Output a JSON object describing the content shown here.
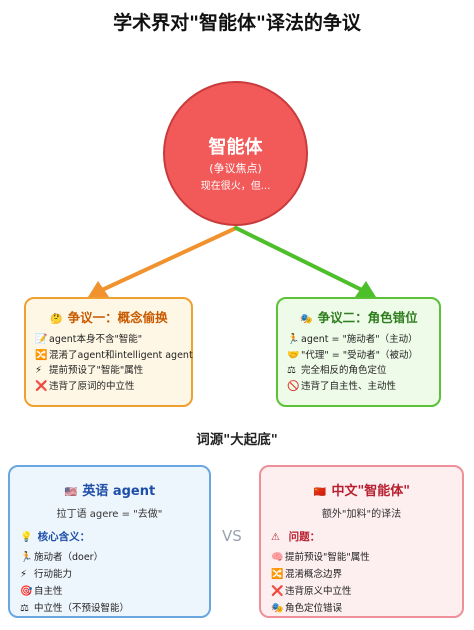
{
  "title": "学术界对\"智能体\"译法的争议",
  "center": {
    "title": "智能体",
    "subtitle": "(争议焦点)",
    "note": "现在很火，但..."
  },
  "dispute1": {
    "heading": "争议一：概念偷换",
    "icon": "thinking-face-icon",
    "icon_glyph": "🤔",
    "items": [
      {
        "icon": "memo-icon",
        "glyph": "📝",
        "text": "agent本身不含\"智能\""
      },
      {
        "icon": "shuffle-icon",
        "glyph": "🔀",
        "text": "混淆了agent和intelligent agent"
      },
      {
        "icon": "lightning-icon",
        "glyph": "⚡",
        "text": "提前预设了\"智能\"属性"
      },
      {
        "icon": "cross-mark-icon",
        "glyph": "❌",
        "text": "违背了原词的中立性"
      }
    ]
  },
  "dispute2": {
    "heading": "争议二：角色错位",
    "icon": "theater-masks-icon",
    "icon_glyph": "🎭",
    "items": [
      {
        "icon": "runner-icon",
        "glyph": "🏃",
        "text": "agent = \"施动者\"（主动）"
      },
      {
        "icon": "handshake-icon",
        "glyph": "🤝",
        "text": "\"代理\" = \"受动者\"（被动）"
      },
      {
        "icon": "scales-icon",
        "glyph": "⚖",
        "text": "完全相反的角色定位"
      },
      {
        "icon": "prohibited-icon",
        "glyph": "🚫",
        "text": "违背了自主性、主动性"
      }
    ]
  },
  "etymology_title": "词源\"大起底\"",
  "english": {
    "flag_icon": "us-flag-icon",
    "flag_glyph": "🇺🇸",
    "heading": "英语 agent",
    "subtitle": "拉丁语 agere = \"去做\"",
    "sub_icon": "light-bulb-icon",
    "sub_glyph": "💡",
    "sub_heading": "核心含义：",
    "items": [
      {
        "icon": "runner-icon",
        "glyph": "🏃",
        "text": "施动者（doer）"
      },
      {
        "icon": "lightning-icon",
        "glyph": "⚡",
        "text": "行动能力"
      },
      {
        "icon": "target-icon",
        "glyph": "🎯",
        "text": "自主性"
      },
      {
        "icon": "scales-icon",
        "glyph": "⚖",
        "text": "中立性（不预设智能）"
      }
    ]
  },
  "vs": "VS",
  "chinese": {
    "flag_icon": "china-flag-icon",
    "flag_glyph": "🇨🇳",
    "heading": "中文\"智能体\"",
    "subtitle": "额外\"加料\"的译法",
    "sub_icon": "warning-icon",
    "sub_glyph": "⚠",
    "sub_heading": "问题：",
    "items": [
      {
        "icon": "brain-icon",
        "glyph": "🧠",
        "text": "提前预设\"智能\"属性"
      },
      {
        "icon": "shuffle-icon",
        "glyph": "🔀",
        "text": "混淆概念边界"
      },
      {
        "icon": "cross-mark-icon",
        "glyph": "❌",
        "text": "违背原义中立性"
      },
      {
        "icon": "theater-masks-icon",
        "glyph": "🎭",
        "text": "角色定位错误"
      }
    ]
  },
  "colors": {
    "center": "#f25a5a",
    "left_arrow": "#f0922e",
    "right_arrow": "#4cbf2a"
  }
}
